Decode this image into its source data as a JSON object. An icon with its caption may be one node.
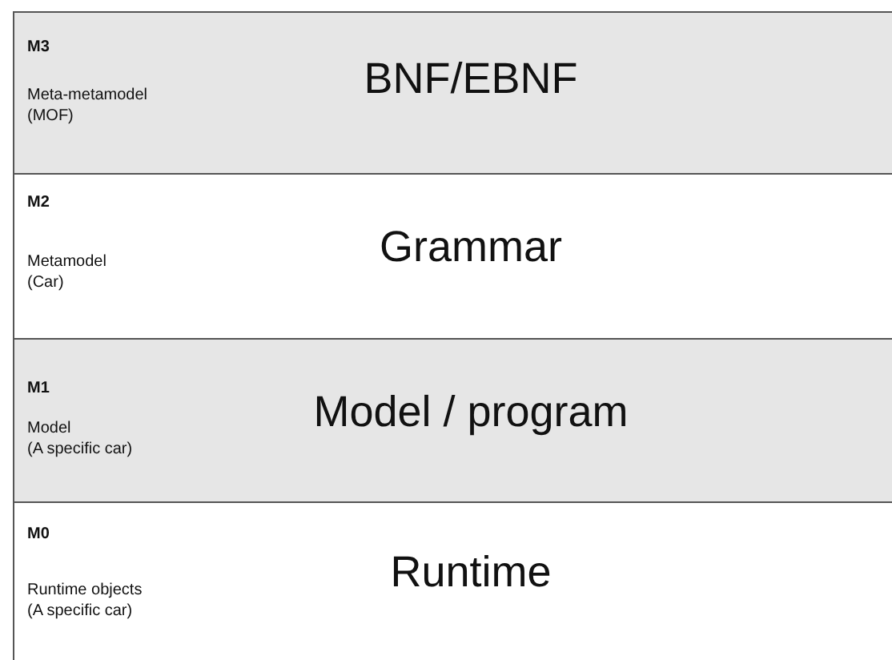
{
  "diagram": {
    "nodes": [
      {
        "text": [
          "M3",
          "Meta-metamodel (MOF)",
          "BNF/EBNF"
        ]
      },
      {
        "text": [
          "M2",
          "Metamodel (Car)",
          "Grammar"
        ]
      },
      {
        "text": [
          "M1",
          "Model (A specific car)",
          "Model / program"
        ]
      },
      {
        "text": [
          "M0",
          "Runtime objects (A specific car)",
          "Runtime"
        ]
      }
    ]
  }
}
